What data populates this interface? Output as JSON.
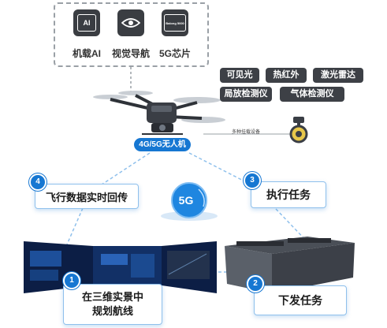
{
  "modules": [
    {
      "icon_text": "AI",
      "label": "机载AI"
    },
    {
      "icon_text": "",
      "label": "视觉导航"
    },
    {
      "icon_text": "Balong 5000",
      "label": "5G芯片"
    }
  ],
  "payloads": [
    "可见光",
    "热红外",
    "激光雷达",
    "局放检测仪",
    "气体检测仪"
  ],
  "payload_connector_label": "多种挂载设备",
  "drone_label": "4G/5G无人机",
  "center_logo": "5G",
  "steps": [
    {
      "num": "1",
      "line1": "在三维实景中",
      "line2": "规划航线"
    },
    {
      "num": "2",
      "line1": "下发任务",
      "line2": ""
    },
    {
      "num": "3",
      "line1": "执行任务",
      "line2": ""
    },
    {
      "num": "4",
      "line1": "飞行数据实时回传",
      "line2": ""
    }
  ],
  "colors": {
    "accent": "#1677d2",
    "pill": "#3d4046",
    "box_border": "#8fc0ec"
  }
}
